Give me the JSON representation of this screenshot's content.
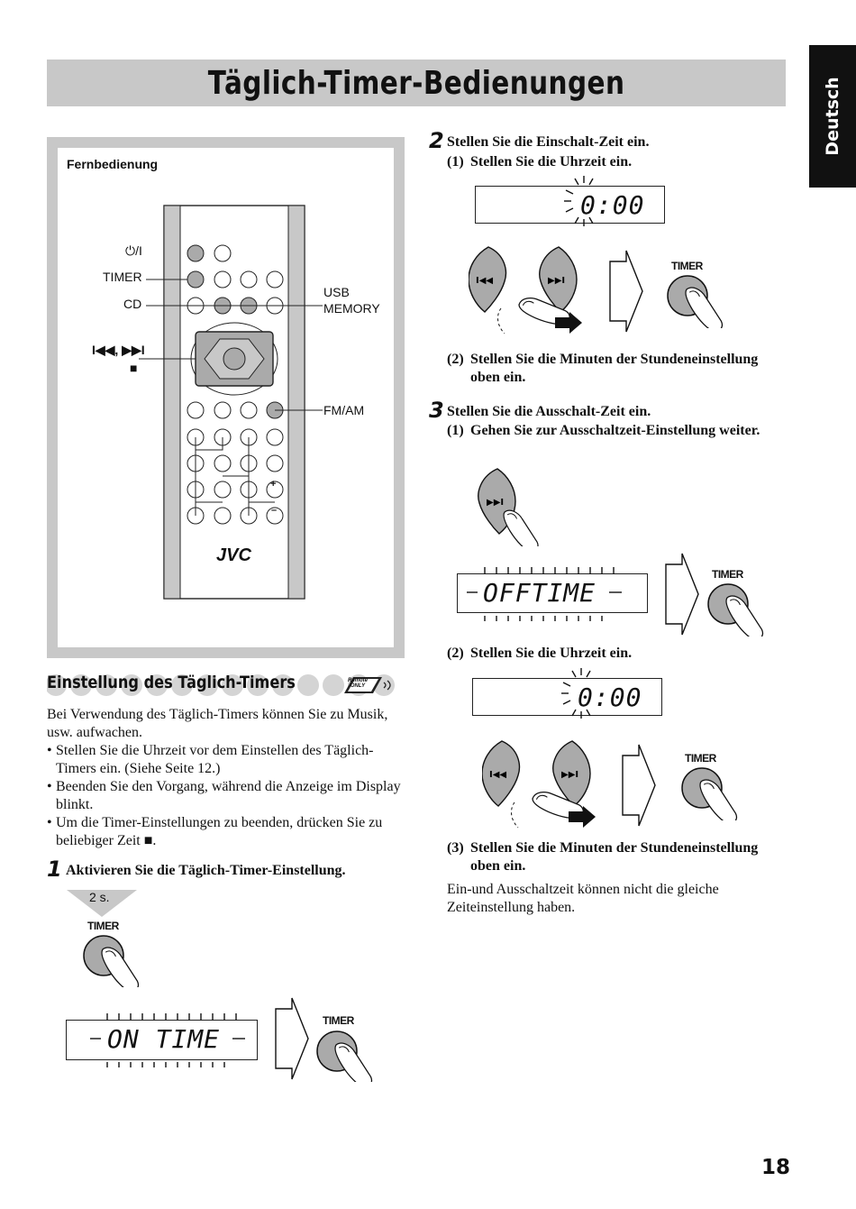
{
  "title": "Täglich-Timer-Bedienungen",
  "language_tab": "Deutsch",
  "remote_panel": {
    "heading": "Fernbedienung",
    "labels": {
      "power": "⏻/I",
      "timer": "TIMER",
      "cd": "CD",
      "skip": "I◀◀, ▶▶I",
      "stop": "■",
      "usb": "USB",
      "memory": "MEMORY",
      "fmam": "FM/AM",
      "brand": "JVC",
      "plus": "+",
      "minus": "–"
    }
  },
  "section": {
    "heading": "Einstellung des Täglich-Timers",
    "badge": "Remote ONLY",
    "intro": "Bei Verwendung des Täglich-Timers können Sie zu Musik, usw. aufwachen.",
    "bullets": [
      "Stellen Sie die Uhrzeit vor dem Einstellen des Täglich-Timers ein. (Siehe Seite 12.)",
      "Beenden Sie den Vorgang, während die Anzeige im Display blinkt.",
      "Um die Timer-Einstellungen zu beenden, drücken Sie zu beliebiger Zeit ■."
    ]
  },
  "step1": {
    "num": "1",
    "text": "Aktivieren Sie die Täglich-Timer-Einstellung.",
    "hold": "2 s.",
    "timer_label": "TIMER",
    "display": "ON TIME"
  },
  "step2": {
    "num": "2",
    "text": "Stellen Sie die Einschalt-Zeit ein.",
    "sub1_num": "(1)",
    "sub1": "Stellen Sie die Uhrzeit ein.",
    "display": "0:00",
    "timer_label": "TIMER",
    "sub2_num": "(2)",
    "sub2": "Stellen Sie die Minuten der Stundeneinstellung oben ein."
  },
  "step3": {
    "num": "3",
    "text": "Stellen Sie die Ausschalt-Zeit ein.",
    "sub1_num": "(1)",
    "sub1": "Gehen Sie zur Ausschaltzeit-Einstellung weiter.",
    "display_off": "OFFTIME",
    "timer_label": "TIMER",
    "sub2_num": "(2)",
    "sub2": "Stellen Sie die Uhrzeit ein.",
    "display_time": "0:00",
    "sub3_num": "(3)",
    "sub3": "Stellen Sie die Minuten der Stundeneinstellung oben ein.",
    "note": "Ein-und Ausschaltzeit können nicht die gleiche Zeiteinstellung haben."
  },
  "page_number": "18"
}
